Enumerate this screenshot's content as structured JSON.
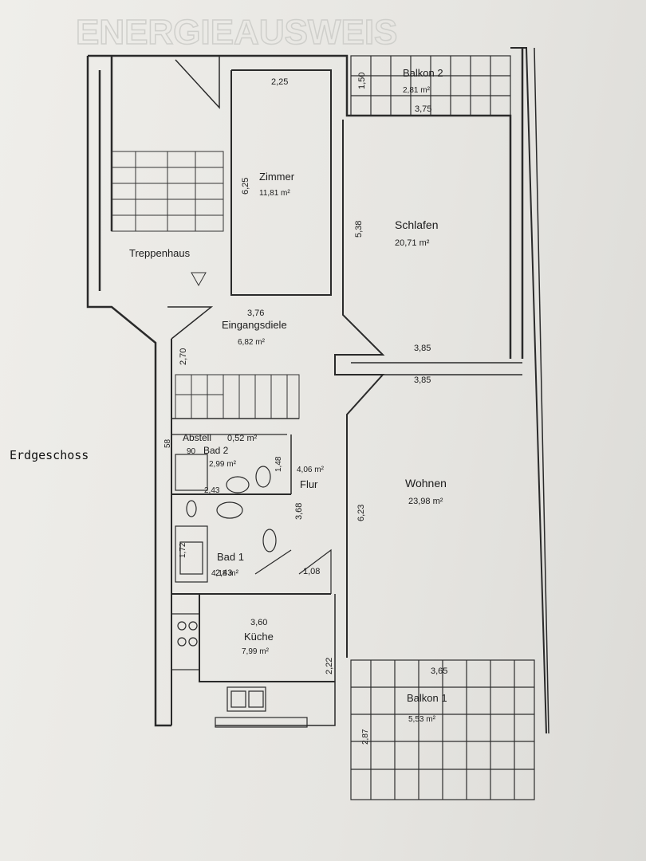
{
  "side_label": "Erdgeschoss",
  "header_text": "ENERGIEAUSWEIS",
  "rooms": [
    {
      "name": "Balkon 2",
      "area": "2,81 m²"
    },
    {
      "name": "Zimmer",
      "area": "11,81 m²"
    },
    {
      "name": "Schlafen",
      "area": "20,71 m²"
    },
    {
      "name": "Treppenhaus"
    },
    {
      "name": "Eingangsdiele",
      "area": "6,82 m²"
    },
    {
      "name": "Abstell",
      "area": "0,52 m²"
    },
    {
      "name": "Bad 2",
      "area": "2,99 m²"
    },
    {
      "name": "Flur",
      "area": "4,06 m²"
    },
    {
      "name": "Wohnen",
      "area": "23,98 m²"
    },
    {
      "name": "Bad 1",
      "area": "4,18 m²"
    },
    {
      "name": "Küche",
      "area": "7,99 m²"
    },
    {
      "name": "Balkon 1",
      "area": "5,53 m²"
    }
  ],
  "dimensions": [
    "2,25",
    "1,50",
    "3,75",
    "6,25",
    "5,38",
    "3,76",
    "2,70",
    "3,85",
    "3,85",
    "90",
    "58",
    "2,43",
    "1,48",
    "3,68",
    "6,23",
    "1,72",
    "2,43",
    "1,08",
    "3,60",
    "2,22",
    "3,65",
    "2,87"
  ]
}
